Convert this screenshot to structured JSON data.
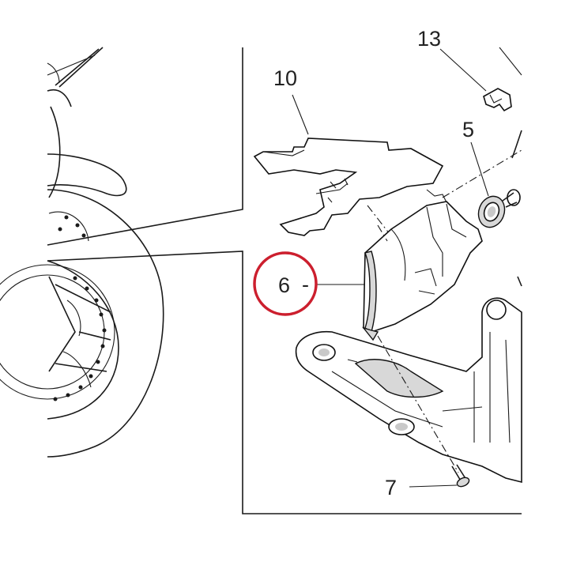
{
  "callouts": {
    "c10": "10",
    "c5": "5",
    "c6": "6",
    "c7": "7",
    "c13": "13"
  },
  "highlight": {
    "target": "6",
    "color": "#cc1f2e"
  },
  "colors": {
    "ink": "#1a1a1a",
    "background": "#ffffff"
  }
}
